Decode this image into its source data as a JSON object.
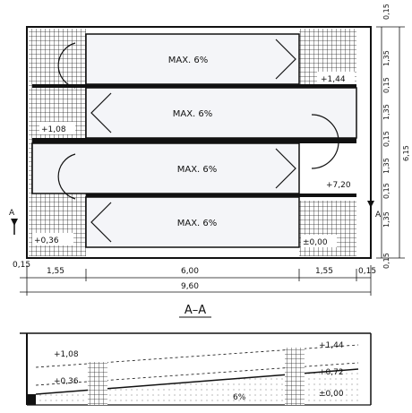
{
  "ramps": {
    "ramp1": "MAX. 6%",
    "ramp2": "MAX. 6%",
    "ramp3": "MAX. 6%",
    "ramp4": "MAX. 6%"
  },
  "plan_levels": {
    "l1": "+1,44",
    "l2": "+1,08",
    "l3": "+7,20",
    "l4": "+0,36",
    "l5": "±0,00"
  },
  "section_marks": {
    "left": "A",
    "right": "A"
  },
  "bottom_dims": {
    "d1": "0,15",
    "d2": "1,55",
    "d3": "6,00",
    "d4": "1,55",
    "d5": "0,15",
    "total": "9,60"
  },
  "right_dims": {
    "r1": "0,15",
    "r2": "1,35",
    "r3": "0,15",
    "r4": "1,35",
    "r5": "0,15",
    "r6": "1,35",
    "r7": "0,15",
    "r8": "1,35",
    "r9": "0,15",
    "total": "6,15"
  },
  "section_title": "A–A",
  "section_levels": {
    "s1": "+1,08",
    "s2": "+0,36",
    "s3": "+1,44",
    "s4": "+0,72",
    "s5": "±0,00"
  },
  "section_slope": "6%",
  "colors": {
    "ink": "#111111",
    "paper": "#ffffff",
    "hatch": "#222222",
    "shade": "#d8dde6"
  }
}
